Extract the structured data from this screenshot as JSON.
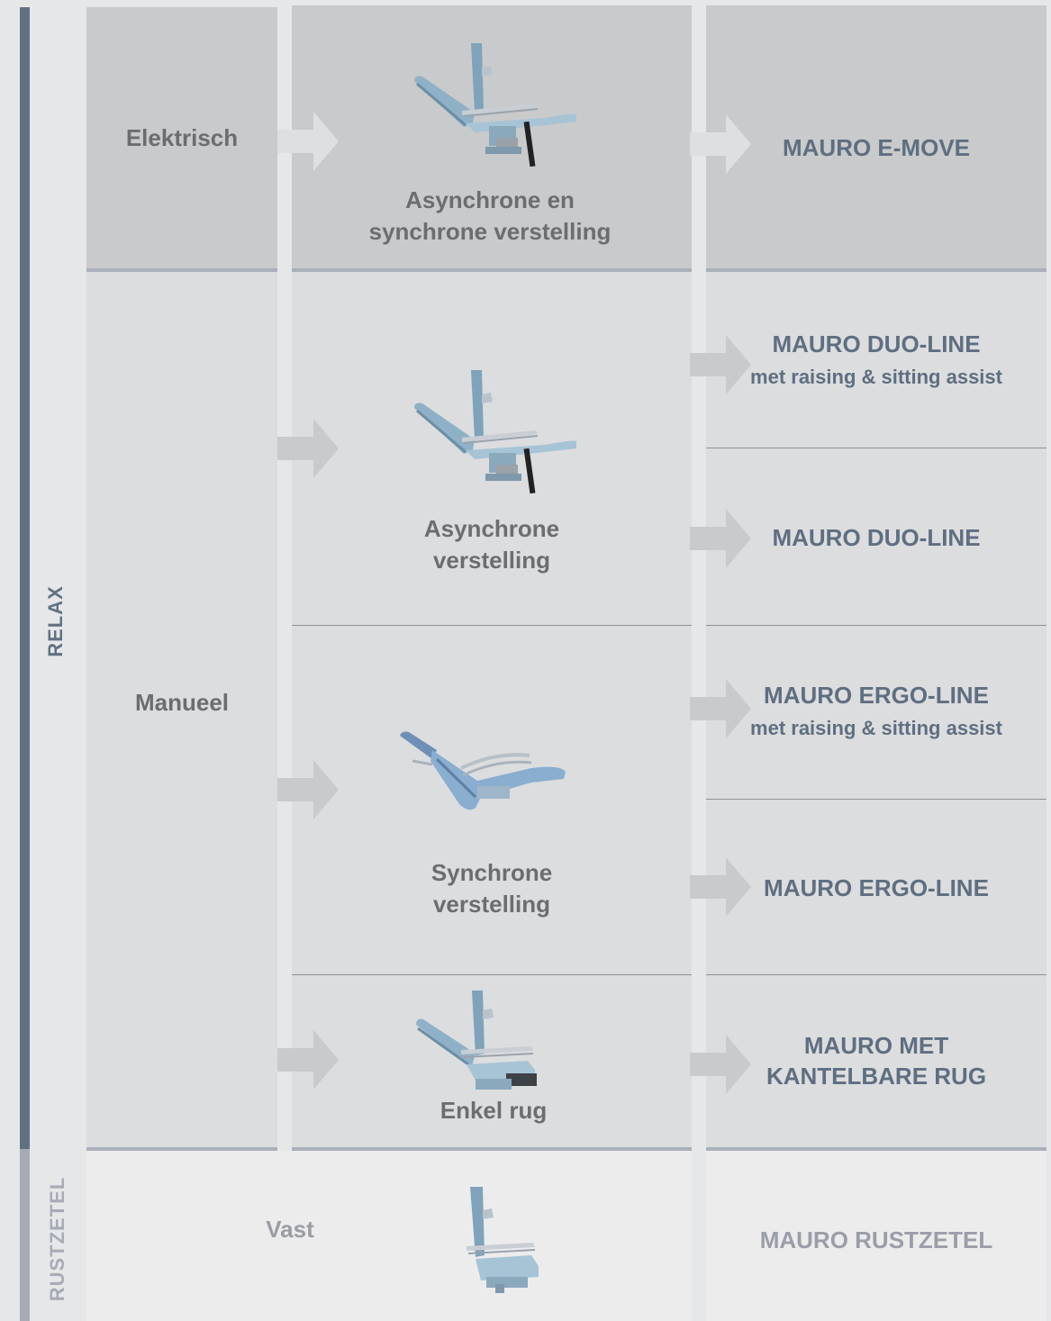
{
  "sidebar": {
    "relax": "RELAX",
    "rustzetel": "RUSTZETEL"
  },
  "categories": {
    "elektrisch": "Elektrisch",
    "manueel": "Manueel",
    "vast": "Vast"
  },
  "mechanisms": {
    "elektrisch": [
      "Asynchrone en",
      "synchrone verstelling"
    ],
    "asynchroon": [
      "Asynchrone",
      "verstelling"
    ],
    "synchroon": [
      "Synchrone",
      "verstelling"
    ],
    "enkel": "Enkel rug"
  },
  "models": {
    "emove": "MAURO E-MOVE",
    "duo_assist": {
      "name": "MAURO DUO-LINE",
      "sub": "met raising & sitting assist"
    },
    "duo": "MAURO DUO-LINE",
    "ergo_assist": {
      "name": "MAURO ERGO-LINE",
      "sub": "met raising & sitting assist"
    },
    "ergo": "MAURO ERGO-LINE",
    "kantel": [
      "MAURO MET",
      "KANTELBARE RUG"
    ],
    "rustzetel": "MAURO RUSTZETEL"
  },
  "colors": {
    "relax_bar": "#627182",
    "rustzetel_bar": "#a6abb6",
    "model_text": "#5f6e80",
    "arrow": "#dcdddf"
  }
}
